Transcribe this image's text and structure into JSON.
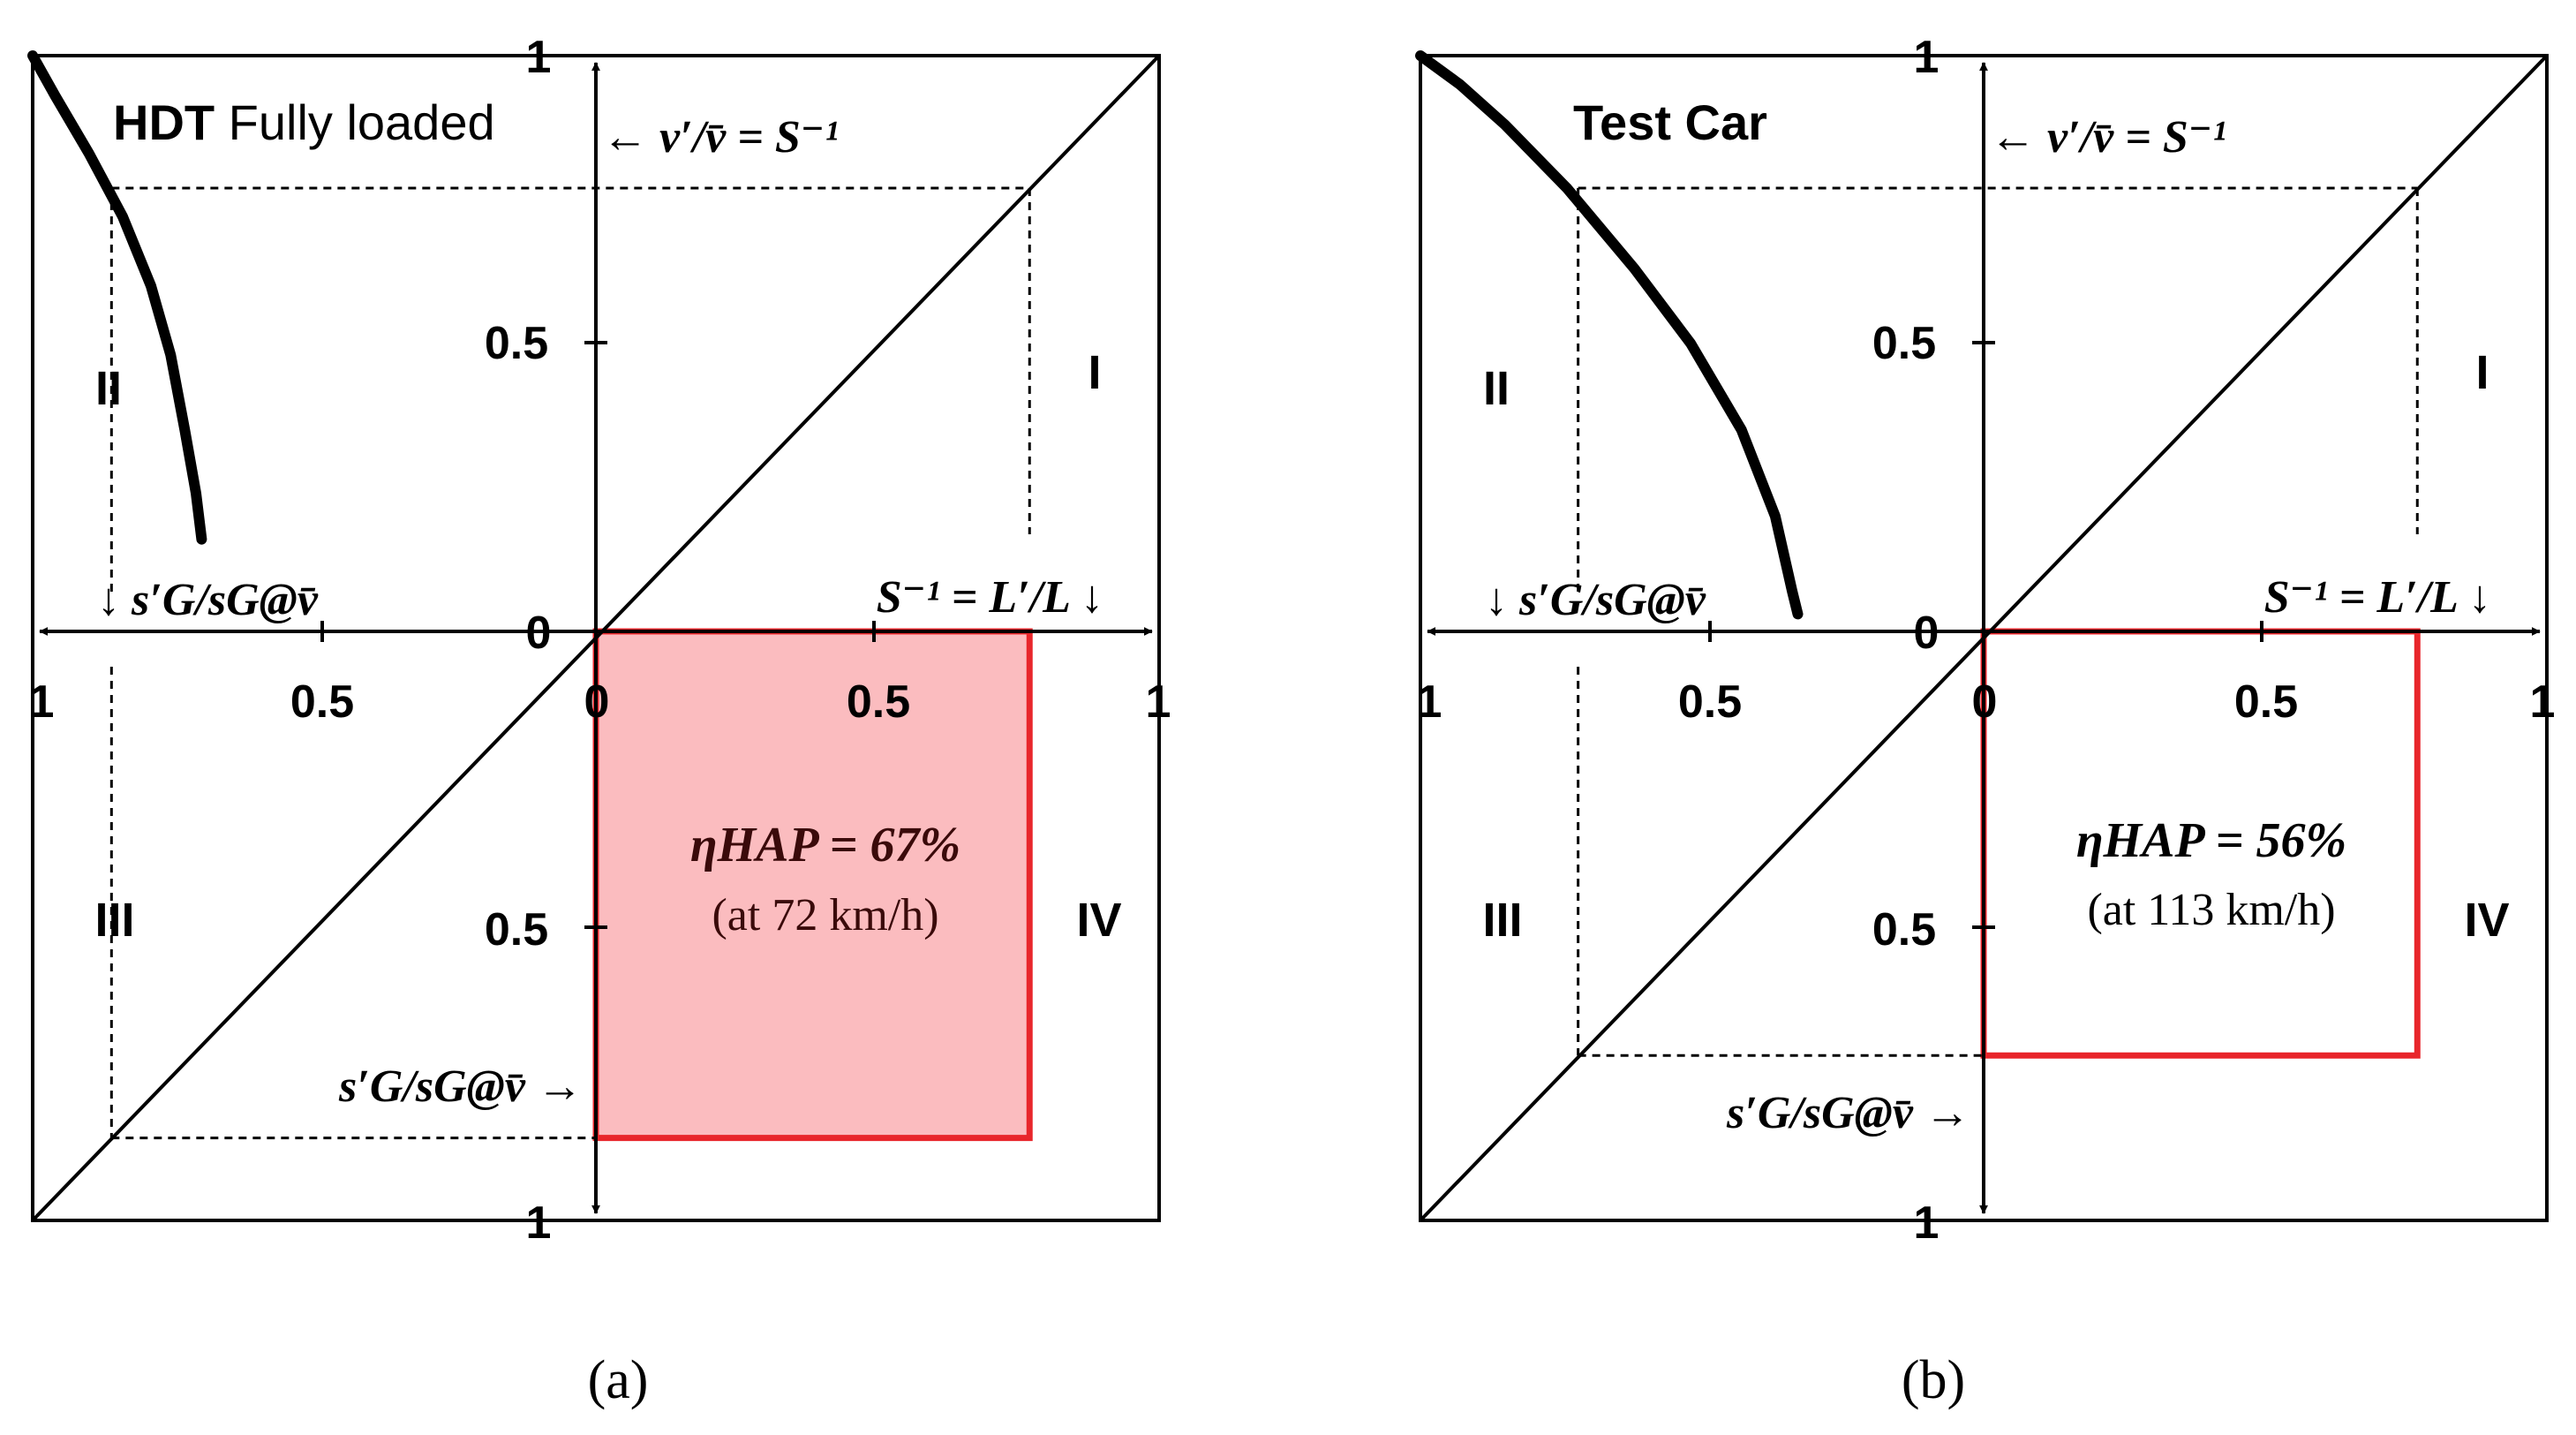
{
  "colors": {
    "ink": "#000000",
    "highlight_border": "#e8262b",
    "highlight_fill": "#fbbcbf"
  },
  "panels": [
    {
      "id": "a",
      "caption": "(a)",
      "title_bold": "HDT",
      "title_normal": " Fully loaded",
      "quadrants": [
        "I",
        "II",
        "III",
        "IV"
      ],
      "ticks": {
        "top": "1",
        "mid_pos": "0.5",
        "zero": "0",
        "left_one": "1",
        "left_half": "0.5",
        "right_zero": "0",
        "right_half": "0.5",
        "right_one": "1",
        "bot_half": "0.5",
        "bottom": "1"
      },
      "labels": {
        "v_ratio": "← v′/v̄ = S⁻¹",
        "s_ratio_left": "↓ s′G/sG@v̄",
        "s_inverse": "S⁻¹ = L′/L ↓",
        "s_ratio_bottom": "s′G/sG@v̄ →"
      },
      "efficiency": {
        "label": "ηHAP = 67%",
        "speed": "(at 72 km/h)"
      },
      "s_inverse": 0.77,
      "s_ratio": 0.86,
      "filled": true,
      "curve": [
        [
          1.0,
          1.0
        ],
        [
          0.96,
          0.93
        ],
        [
          0.9,
          0.83
        ],
        [
          0.84,
          0.72
        ],
        [
          0.79,
          0.6
        ],
        [
          0.755,
          0.48
        ],
        [
          0.73,
          0.35
        ],
        [
          0.71,
          0.24
        ],
        [
          0.7,
          0.16
        ]
      ]
    },
    {
      "id": "b",
      "caption": "(b)",
      "title_bold": "Test Car",
      "title_normal": "",
      "quadrants": [
        "I",
        "II",
        "III",
        "IV"
      ],
      "ticks": {
        "top": "1",
        "mid_pos": "0.5",
        "zero": "0",
        "left_one": "1",
        "left_half": "0.5",
        "right_zero": "0",
        "right_half": "0.5",
        "right_one": "1",
        "bot_half": "0.5",
        "bottom": "1"
      },
      "labels": {
        "v_ratio": "← v′/v̄ = S⁻¹",
        "s_ratio_left": "↓ s′G/sG@v̄",
        "s_inverse": "S⁻¹ = L′/L ↓",
        "s_ratio_bottom": "s′G/sG@v̄ →"
      },
      "efficiency": {
        "label": "ηHAP = 56%",
        "speed": "(at 113 km/h)"
      },
      "s_inverse": 0.77,
      "s_ratio": 0.72,
      "filled": false,
      "curve": [
        [
          1.0,
          1.0
        ],
        [
          0.93,
          0.95
        ],
        [
          0.85,
          0.88
        ],
        [
          0.74,
          0.77
        ],
        [
          0.62,
          0.63
        ],
        [
          0.52,
          0.5
        ],
        [
          0.43,
          0.35
        ],
        [
          0.37,
          0.2
        ],
        [
          0.34,
          0.07
        ],
        [
          0.33,
          0.03
        ]
      ]
    }
  ]
}
